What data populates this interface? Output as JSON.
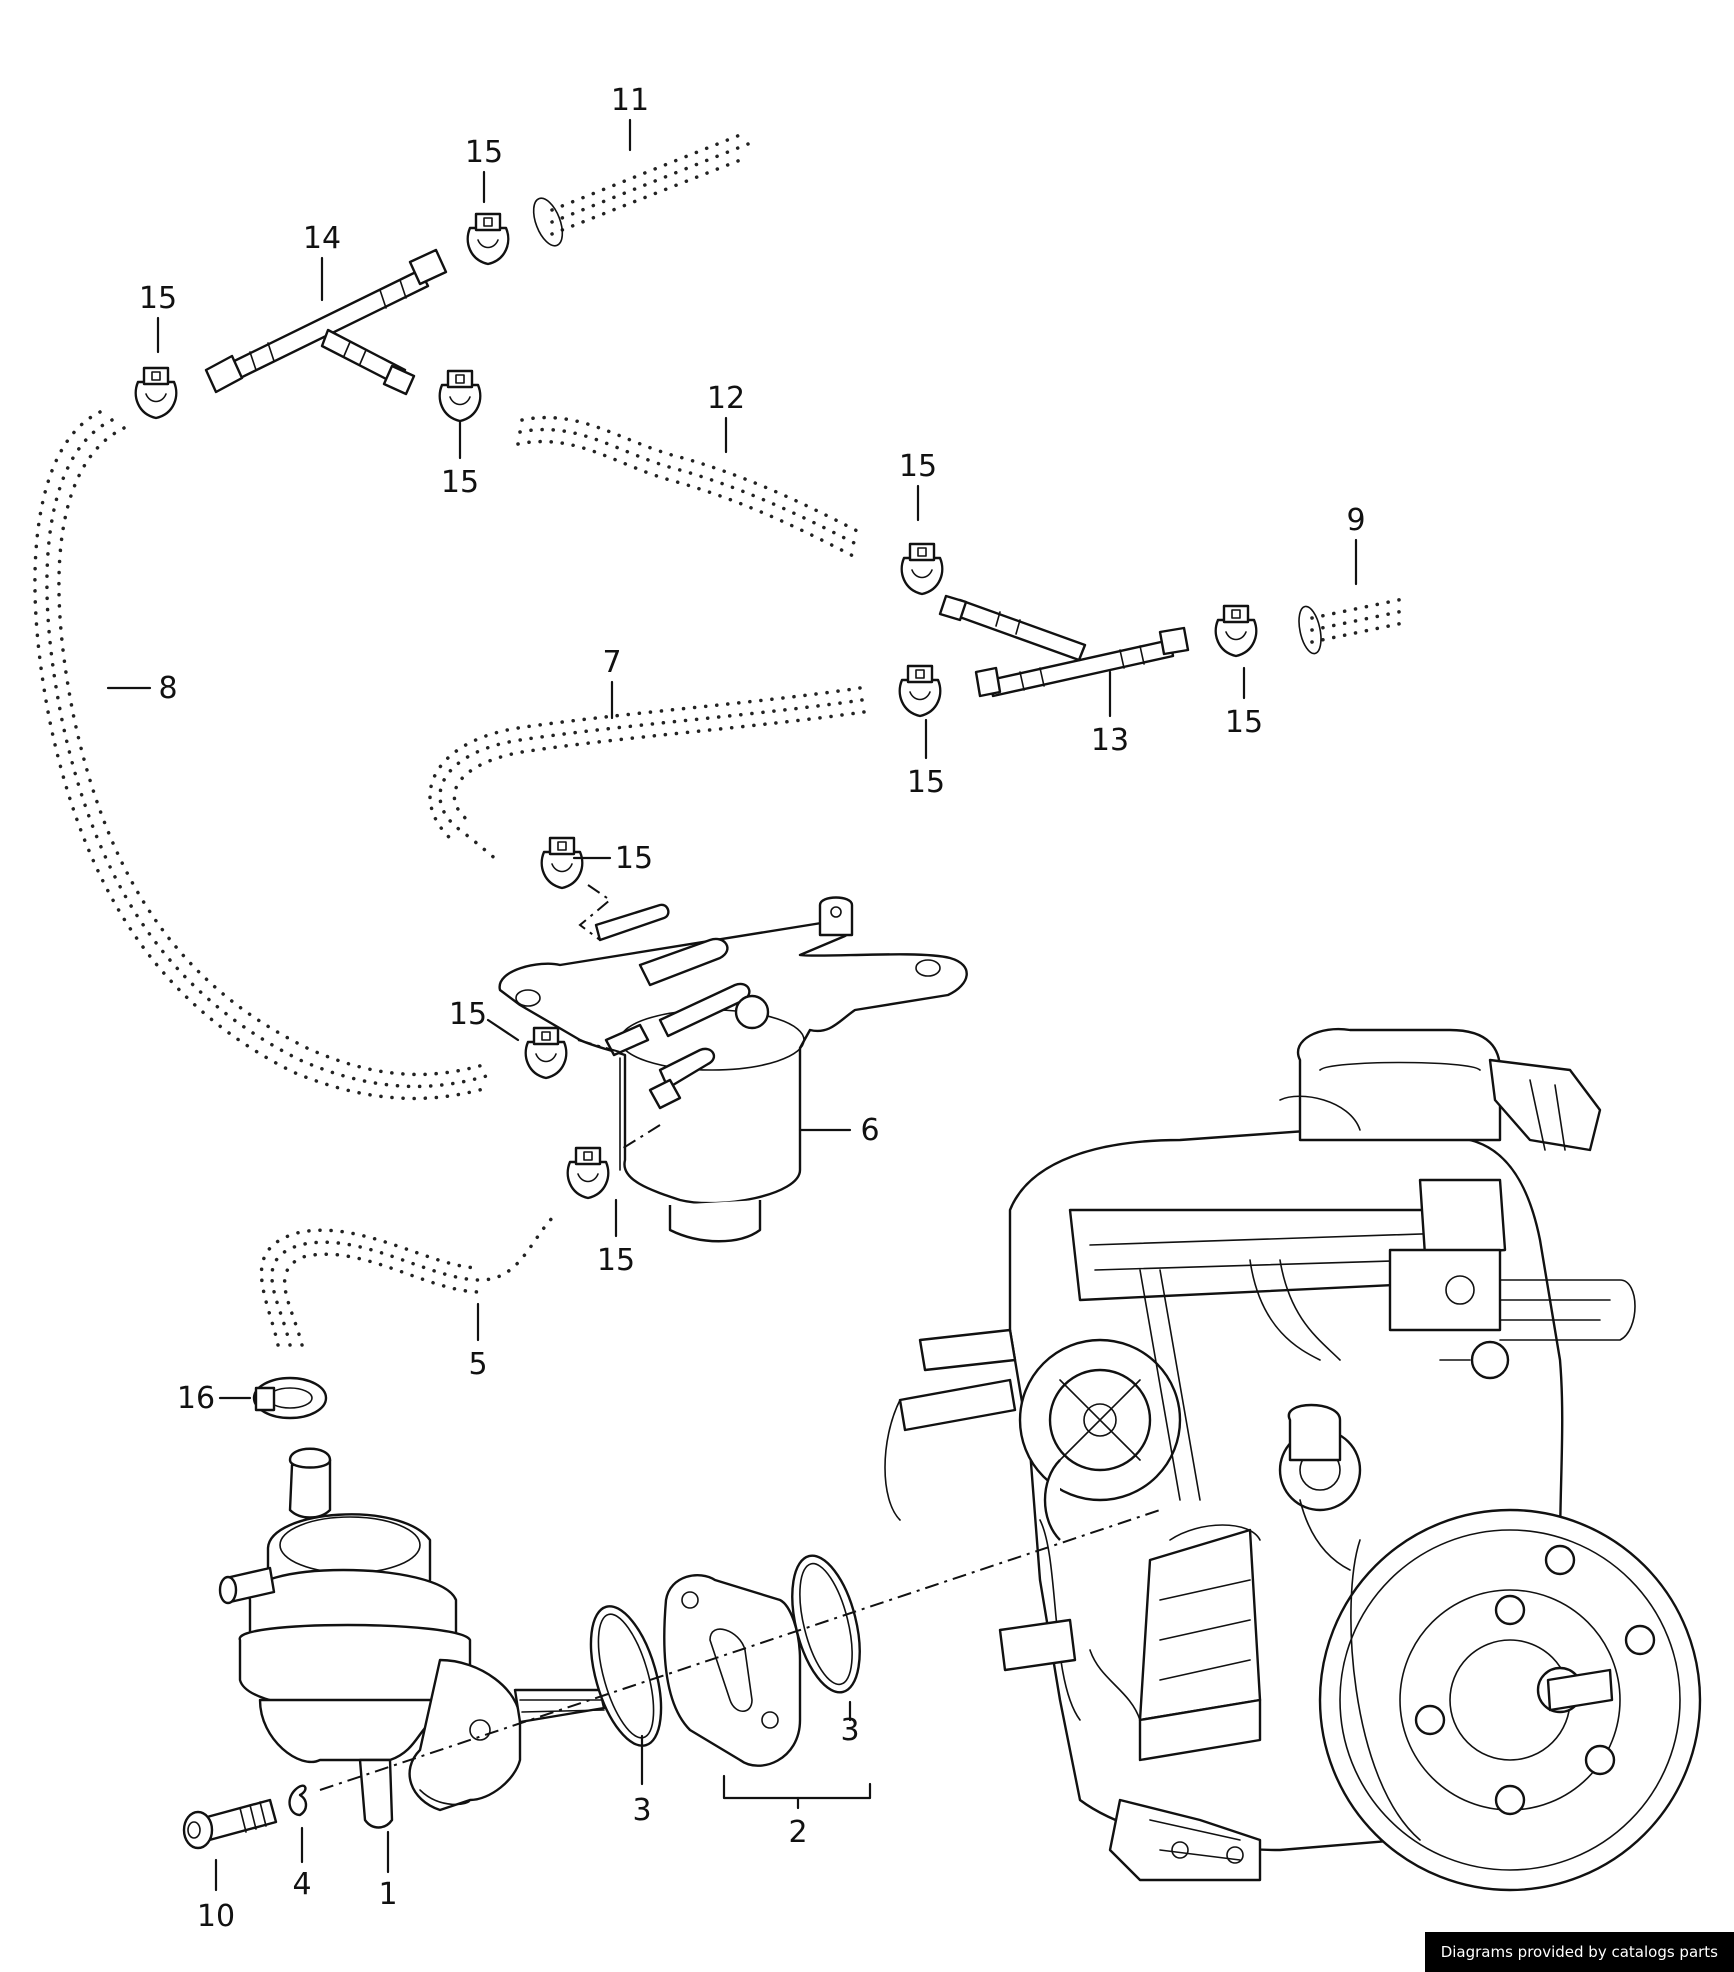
{
  "callouts": [
    {
      "id": "c1",
      "label": "1"
    },
    {
      "id": "c2",
      "label": "2"
    },
    {
      "id": "c3a",
      "label": "3"
    },
    {
      "id": "c3b",
      "label": "3"
    },
    {
      "id": "c4",
      "label": "4"
    },
    {
      "id": "c5",
      "label": "5"
    },
    {
      "id": "c6",
      "label": "6"
    },
    {
      "id": "c7",
      "label": "7"
    },
    {
      "id": "c8",
      "label": "8"
    },
    {
      "id": "c9",
      "label": "9"
    },
    {
      "id": "c10",
      "label": "10"
    },
    {
      "id": "c11",
      "label": "11"
    },
    {
      "id": "c12",
      "label": "12"
    },
    {
      "id": "c13",
      "label": "13"
    },
    {
      "id": "c14",
      "label": "14"
    },
    {
      "id": "c15a",
      "label": "15"
    },
    {
      "id": "c15b",
      "label": "15"
    },
    {
      "id": "c15c",
      "label": "15"
    },
    {
      "id": "c15d",
      "label": "15"
    },
    {
      "id": "c15e",
      "label": "15"
    },
    {
      "id": "c15f",
      "label": "15"
    },
    {
      "id": "c15g",
      "label": "15"
    },
    {
      "id": "c15h",
      "label": "15"
    },
    {
      "id": "c15i",
      "label": "15"
    },
    {
      "id": "c16",
      "label": "16"
    }
  ],
  "credit": "Diagrams provided by catalogs parts"
}
